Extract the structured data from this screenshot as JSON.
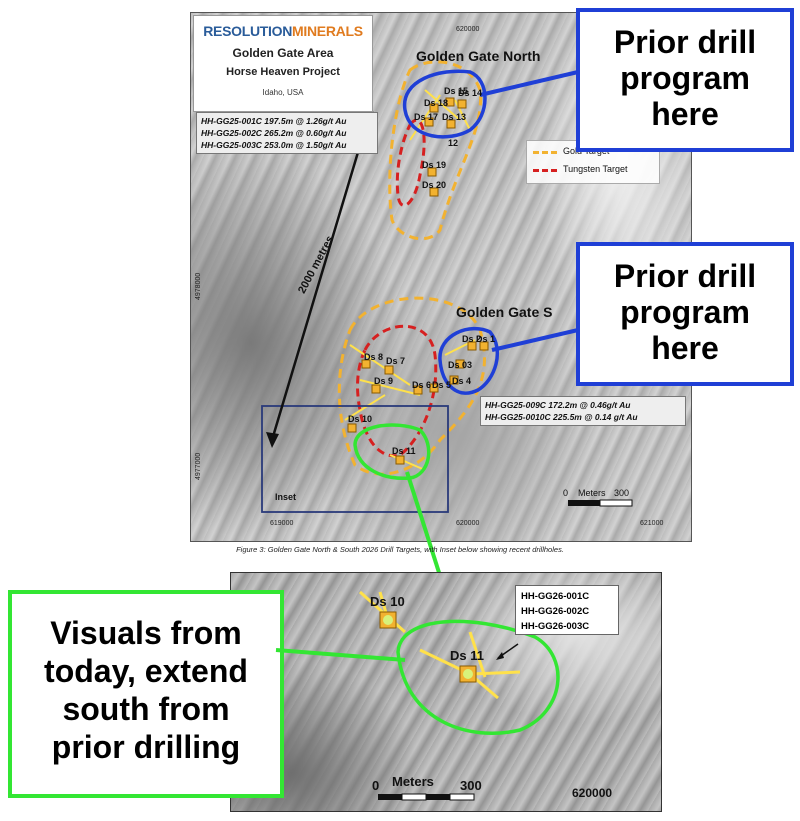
{
  "logo": {
    "part1": "RESOLUTION",
    "part2": "MINERALS"
  },
  "area_title": "Golden Gate Area",
  "project": "Horse Heaven Project",
  "region": "Idaho, USA",
  "north_holes": [
    "HH-GG25-001C 197.5m @ 1.26g/t Au",
    "HH-GG25-002C 265.2m @ 0.60g/t Au",
    "HH-GG25-003C 253.0m @ 1.50g/t Au"
  ],
  "south_holes": [
    "HH-GG25-009C 172.2m @ 0.46g/t Au",
    "HH-GG25-0010C 225.5m @ 0.14 g/t Au"
  ],
  "north_title": "Golden Gate North",
  "south_title": "Golden Gate S",
  "legend": {
    "gold": "Gold Target",
    "tungsten": "Tungsten Target",
    "gold_color": "#f2b230",
    "tungsten_color": "#d62020"
  },
  "distance": "2000 metres",
  "inset_label": "Inset",
  "scale": {
    "title": "Meters",
    "zero": "0",
    "max": "300"
  },
  "grid": {
    "e1": "619000",
    "e2": "620000",
    "e3": "621000",
    "n1": "4977000",
    "n2": "4978000",
    "top_e": "620000"
  },
  "sites_north": [
    "Ds 15",
    "Ds 14",
    "Ds 18",
    "Ds 17",
    "Ds 13",
    "12",
    "Ds 19",
    "Ds 20"
  ],
  "sites_south": [
    "Ds 2",
    "Ds 1",
    "Ds 03",
    "Ds 4",
    "Ds 5",
    "Ds 6",
    "Ds 7",
    "Ds 8",
    "Ds 9",
    "Ds 10",
    "Ds 11"
  ],
  "caption": "Figure 3: Golden Gate North & South 2026 Drill Targets, with Inset below showing recent drillholes.",
  "callout_prior_1": [
    "Prior drill",
    "program",
    "here"
  ],
  "callout_prior_2": [
    "Prior drill",
    "program",
    "here"
  ],
  "callout_visuals": [
    "Visuals from",
    "today, extend",
    "south from",
    "prior drilling"
  ],
  "inset": {
    "holes": [
      "HH-GG26-001C",
      "HH-GG26-002C",
      "HH-GG26-003C"
    ],
    "site_a": "Ds 10",
    "site_b": "Ds 11",
    "scale_title": "Meters",
    "scale_zero": "0",
    "scale_max": "300",
    "easting": "620000"
  },
  "colors": {
    "blue": "#1f3fd6",
    "green": "#33e633",
    "gold": "#f2b230",
    "red": "#d62020"
  }
}
